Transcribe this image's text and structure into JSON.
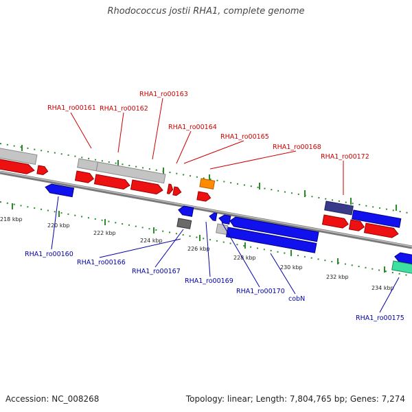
{
  "title": "Rhodococcus jostii RHA1, complete genome",
  "footer": {
    "accession": "Accession: NC_008268",
    "summary": "Topology: linear; Length: 7,804,765 bp; Genes: 7,274"
  },
  "colors": {
    "backbone": "#8a8a8a",
    "tick": "#2a8a2a",
    "plus_label": "#cc0000",
    "minus_label": "#0000aa"
  },
  "scale": {
    "unit": "kbp",
    "labels": [
      "218 kbp",
      "220 kbp",
      "222 kbp",
      "224 kbp",
      "226 kbp",
      "228 kbp",
      "230 kbp",
      "232 kbp",
      "234 kbp"
    ]
  },
  "genes_plus": [
    "RHA1_ro00161",
    "RHA1_ro00162",
    "RHA1_ro00163",
    "RHA1_ro00164",
    "RHA1_ro00165",
    "RHA1_ro00168",
    "RHA1_ro00172"
  ],
  "genes_minus": [
    "RHA1_ro00160",
    "RHA1_ro00166",
    "RHA1_ro00167",
    "RHA1_ro00169",
    "RHA1_ro00170",
    "cobN",
    "RHA1_ro00175"
  ]
}
